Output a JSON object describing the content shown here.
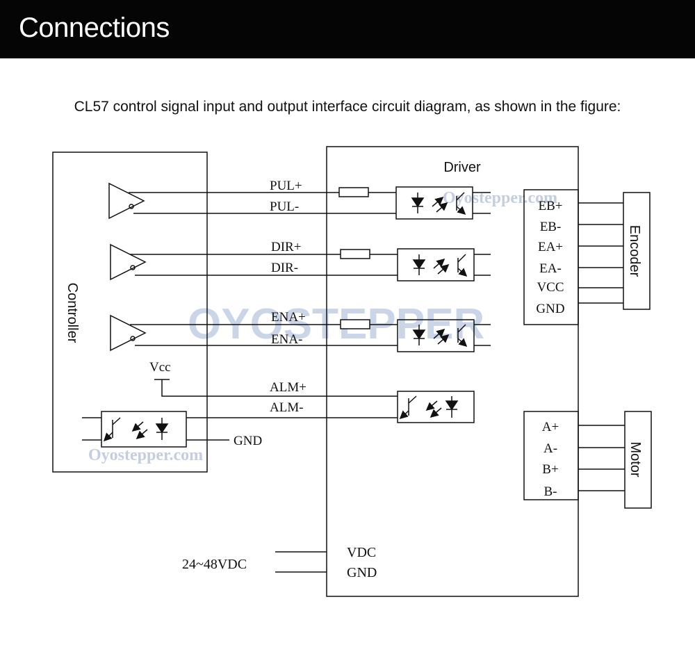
{
  "header": {
    "title": "Connections"
  },
  "caption": "CL57 control signal input and output interface circuit diagram, as shown in the figure:",
  "blocks": {
    "controller": "Controller",
    "driver": "Driver",
    "encoder": "Encoder",
    "motor": "Motor"
  },
  "signals": {
    "pul_plus": "PUL+",
    "pul_minus": "PUL-",
    "dir_plus": "DIR+",
    "dir_minus": "DIR-",
    "ena_plus": "ENA+",
    "ena_minus": "ENA-",
    "alm_plus": "ALM+",
    "alm_minus": "ALM-",
    "vcc": "Vcc",
    "gnd": "GND"
  },
  "encoder_pins": [
    "EB+",
    "EB-",
    "EA+",
    "EA-",
    "VCC",
    "GND"
  ],
  "motor_pins": [
    "A+",
    "A-",
    "B+",
    "B-"
  ],
  "power": {
    "supply": "24~48VDC",
    "vdc": "VDC",
    "gnd": "GND"
  },
  "watermarks": {
    "brand_large": "OYOSTEPPER",
    "url_top": "Oyostepper.com",
    "url_bottom": "Oyostepper.com"
  },
  "colors": {
    "header_bg": "#050505",
    "line": "#111111",
    "watermark_blue": "#9fb4d6",
    "watermark_teal": "#8fd9d2",
    "watermark_url": "#b9c6db"
  }
}
